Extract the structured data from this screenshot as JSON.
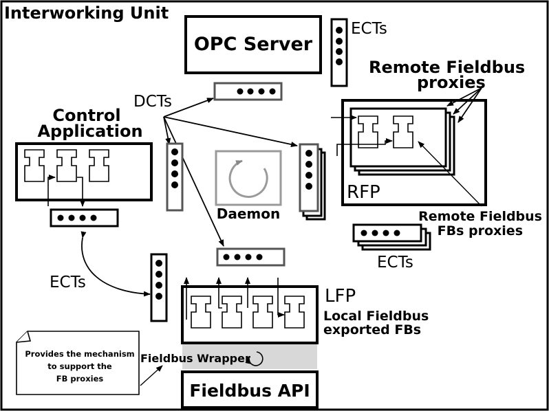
{
  "labels": {
    "interworking_unit": "Interworking Unit",
    "opc_server": "OPC Server",
    "ects_top": "ECTs",
    "remote_fieldbus_proxies_line1": "Remote Fieldbus",
    "remote_fieldbus_proxies_line2": "proxies",
    "dcts": "DCTs",
    "control_application_line1": "Control",
    "control_application_line2": "Application",
    "daemon": "Daemon",
    "rfp": "RFP",
    "remote_fbs_proxies_line1": "Remote Fieldbus",
    "remote_fbs_proxies_line2": "FBs proxies",
    "ects_right": "ECTs",
    "ects_left": "ECTs",
    "lfp": "LFP",
    "local_exported_line1": "Local Fieldbus",
    "local_exported_line2": "exported FBs",
    "note_line1": "Provides the mechanism",
    "note_line2": "to support the",
    "note_line3": "FB proxies",
    "fieldbus_wrapper": "Fieldbus Wrapper",
    "fieldbus_api": "Fieldbus API"
  },
  "colors": {
    "outline": "#000000",
    "queue_gray": "#555555",
    "daemon_gray": "#9a9a9a",
    "wrapper_fill": "#d8d8d8"
  },
  "icons": {
    "daemon": "circular-arrow-icon",
    "wrapper": "circular-arrow-icon",
    "function_block": "function-block-icon"
  }
}
